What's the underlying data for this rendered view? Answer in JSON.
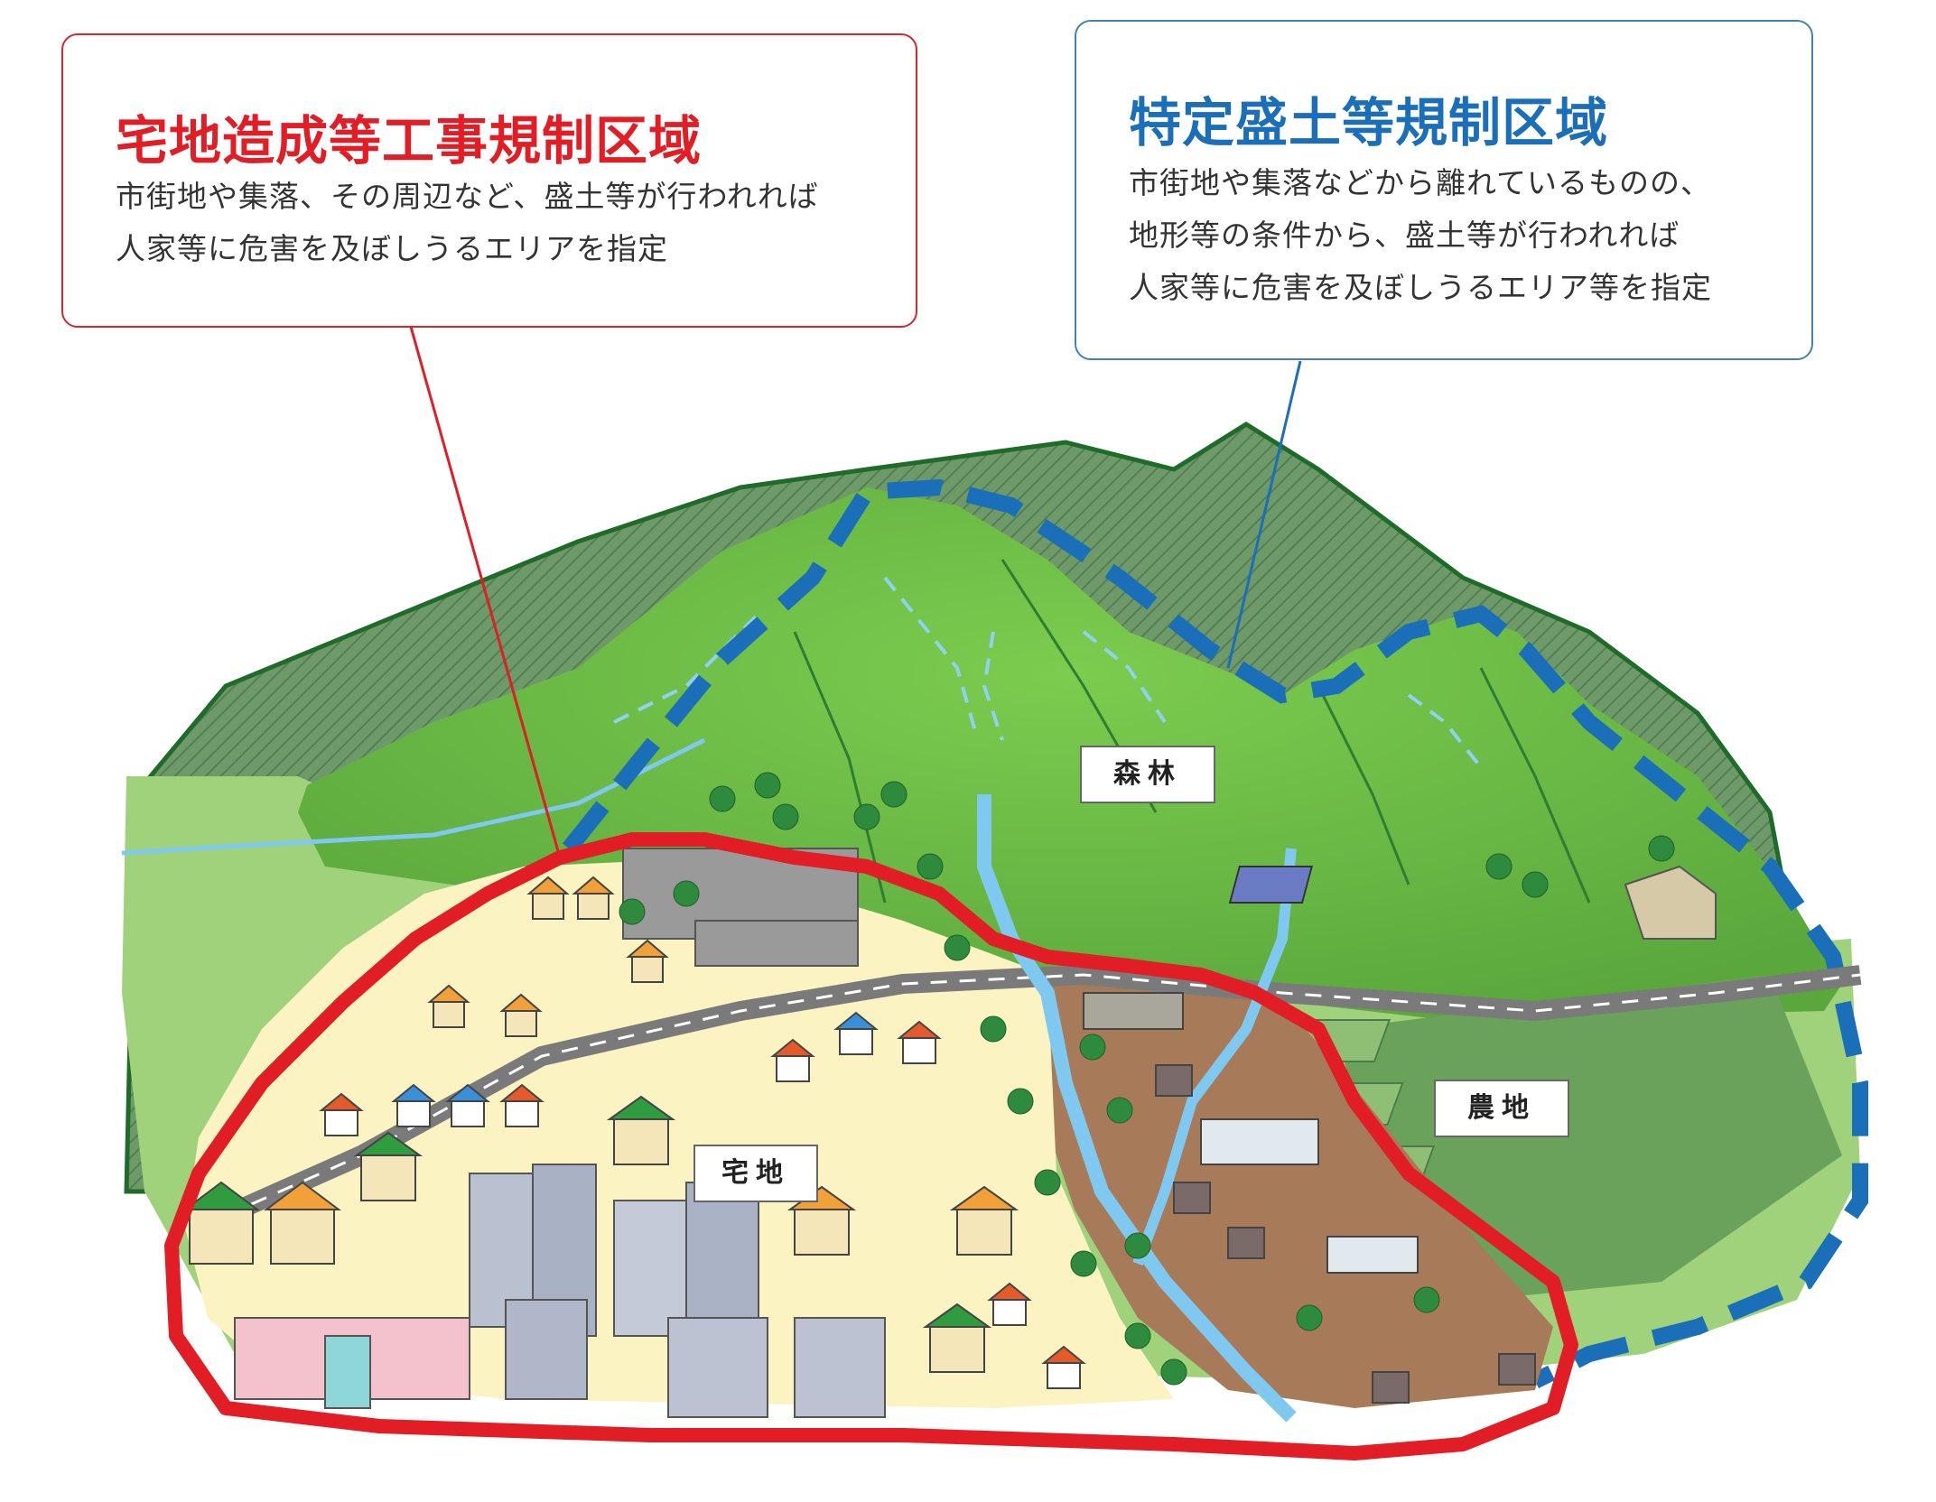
{
  "callouts": {
    "residential_zone": {
      "title": "宅地造成等工事規制区域",
      "lines": [
        "市街地や集落、その周辺など、盛土等が行われれば",
        "人家等に危害を及ぼしうるエリアを指定"
      ],
      "color": "#e11d25"
    },
    "specified_zone": {
      "title": "特定盛土等規制区域",
      "lines": [
        "市街地や集落などから離れているものの、",
        "地形等の条件から、盛土等が行われれば",
        "人家等に危害を及ぼしうるエリア等を指定"
      ],
      "color": "#1a6fb8"
    }
  },
  "area_labels": {
    "forest": "森林",
    "farmland": "農地",
    "housing": "宅地"
  },
  "colors": {
    "red_boundary": "#e11d25",
    "blue_boundary": "#1a6fb8",
    "mountain_green": "#6cbf45",
    "ridge_hatch": "#5e8c5c",
    "housing_ground": "#fbf3c2",
    "farm_ground": "#a77a5a",
    "river": "#7fc8ef",
    "road": "#7a7a7a"
  }
}
